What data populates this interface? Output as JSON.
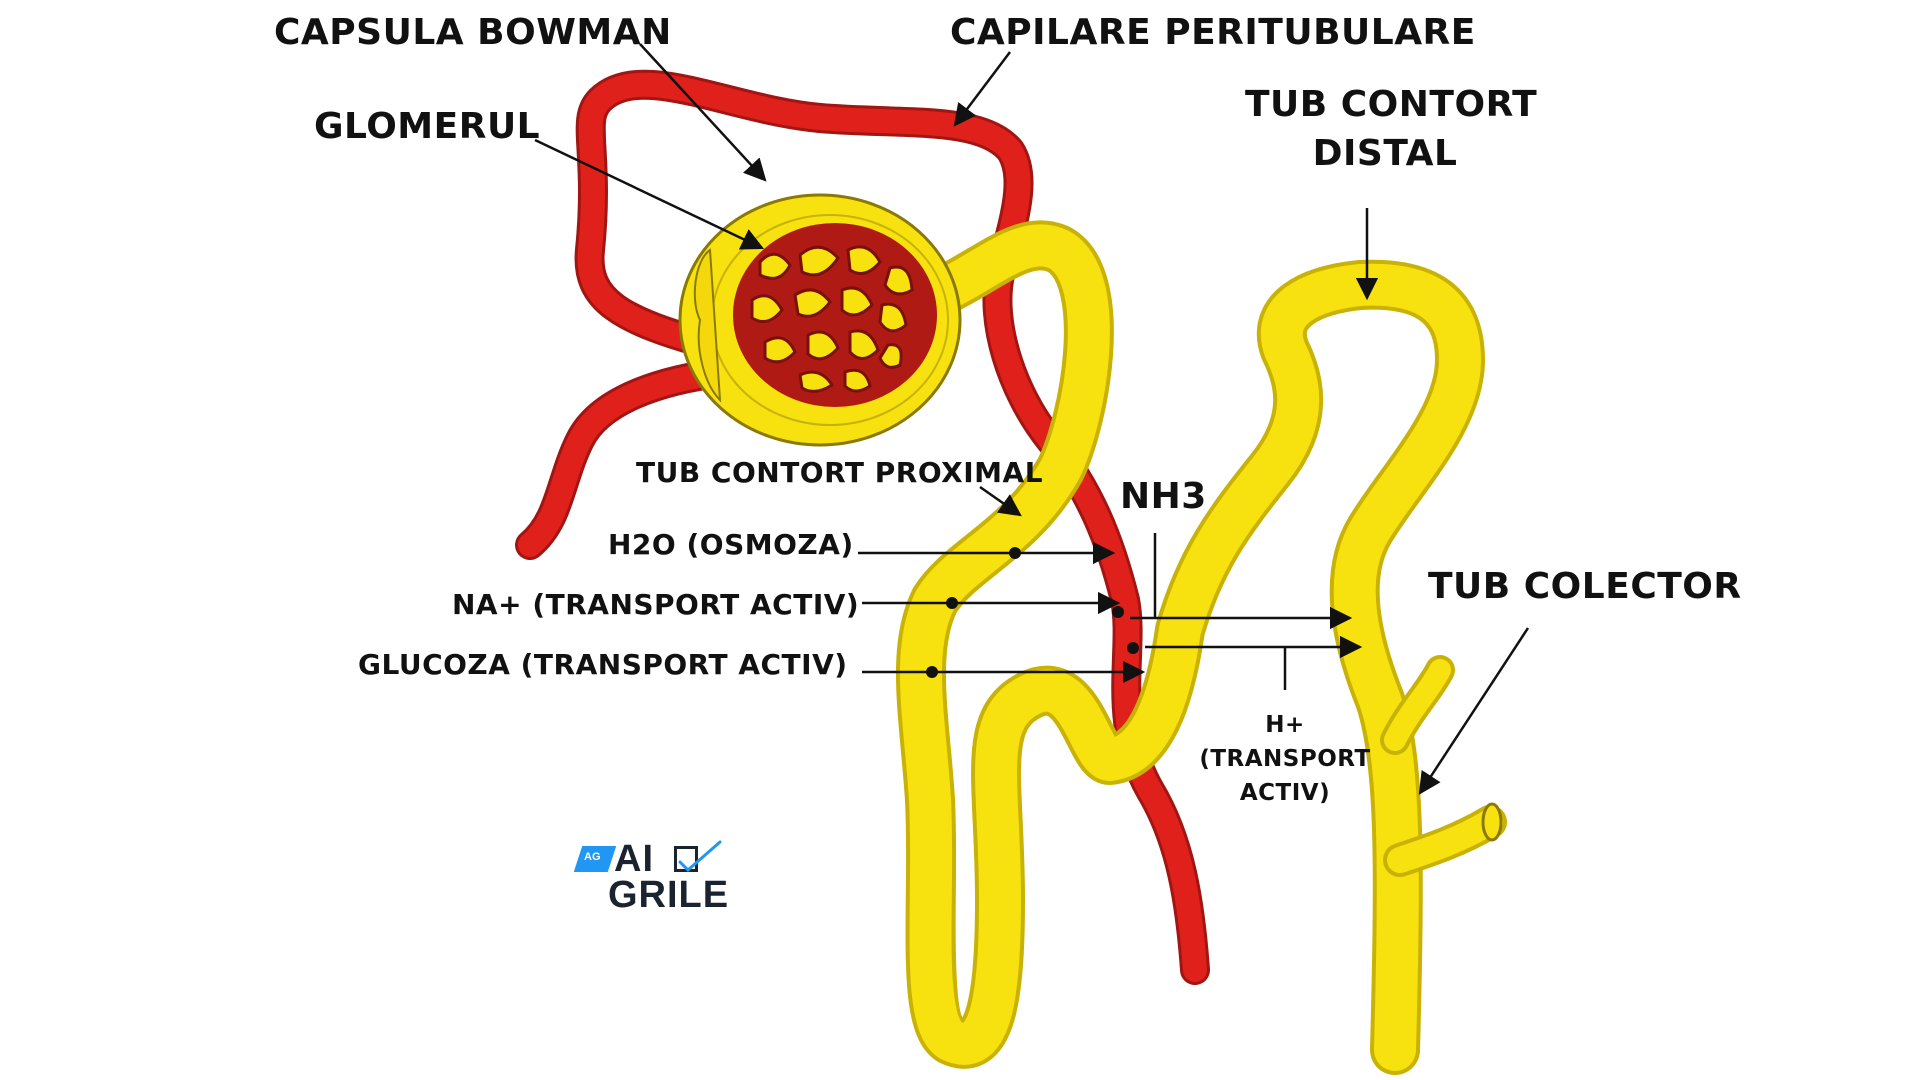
{
  "labels": {
    "capsula_bowman": "CAPSULA BOWMAN",
    "capilare_peritubulare": "CAPILARE PERITUBULARE",
    "glomerul": "GLOMERUL",
    "tub_contort_distal_line1": "TUB CONTORT",
    "tub_contort_distal_line2": "DISTAL",
    "tub_contort_proximal": "TUB CONTORT PROXIMAL",
    "nh3": "NH3",
    "h2o": "H2O (OSMOZA)",
    "na": "NA+ (TRANSPORT ACTIV)",
    "glucoza": "GLUCOZA (TRANSPORT ACTIV)",
    "tub_colector": "TUB COLECTOR",
    "h_line1": "H+",
    "h_line2": "(TRANSPORT",
    "h_line3": "ACTIV)"
  },
  "logo": {
    "tag": "AG",
    "line1": "AI",
    "line2": "GRILE"
  },
  "colors": {
    "tubule_yellow": "#f7e10f",
    "tubule_outline": "#c9b206",
    "vessel_red": "#e0201b",
    "vessel_dark": "#a11612",
    "arrow": "#111111",
    "logo_blue": "#2196f3"
  }
}
